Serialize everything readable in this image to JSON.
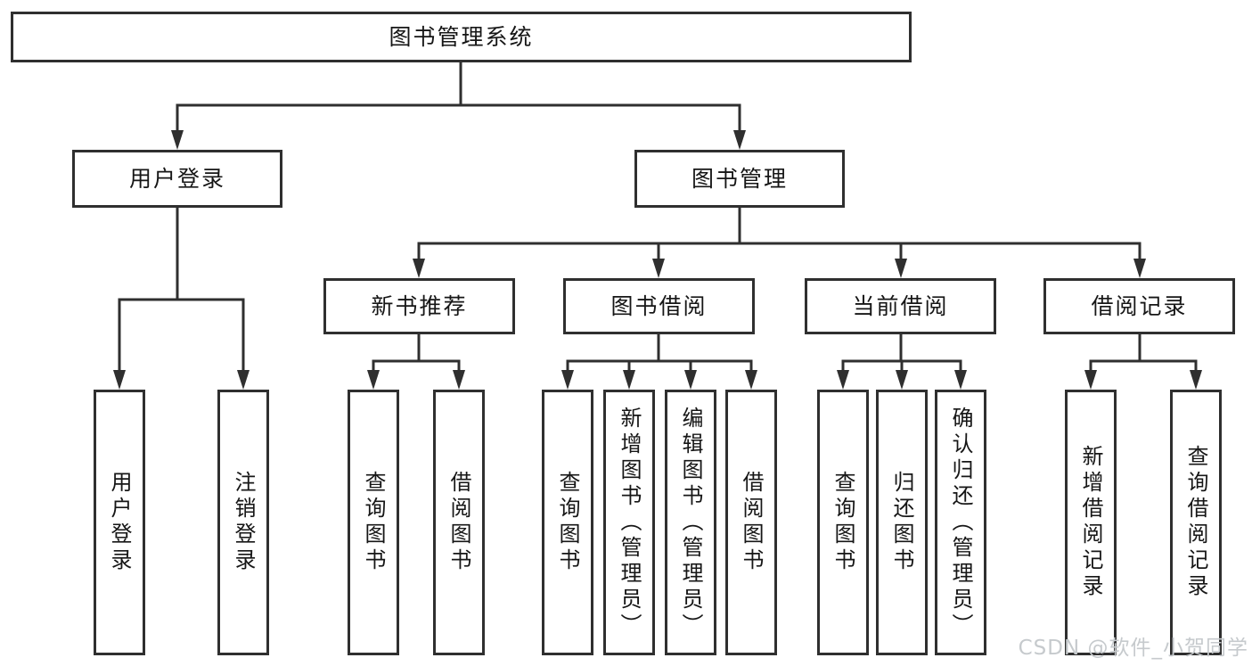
{
  "diagram": {
    "title": "图书管理系统",
    "branches": [
      {
        "label": "用户登录",
        "children": [
          {
            "label": "用户登录"
          },
          {
            "label": "注销登录"
          }
        ]
      },
      {
        "label": "图书管理",
        "children": [
          {
            "label": "新书推荐",
            "children": [
              {
                "label": "查询图书"
              },
              {
                "label": "借阅图书"
              }
            ]
          },
          {
            "label": "图书借阅",
            "children": [
              {
                "label": "查询图书"
              },
              {
                "label": "新增图书（管理员）"
              },
              {
                "label": "编辑图书（管理员）"
              },
              {
                "label": "借阅图书"
              }
            ]
          },
          {
            "label": "当前借阅",
            "children": [
              {
                "label": "查询图书"
              },
              {
                "label": "归还图书"
              },
              {
                "label": "确认归还（管理员）"
              }
            ]
          },
          {
            "label": "借阅记录",
            "children": [
              {
                "label": "新增借阅记录"
              },
              {
                "label": "查询借阅记录"
              }
            ]
          }
        ]
      }
    ]
  },
  "watermark": {
    "text": "CSDN @软件_小贺同学"
  },
  "colors": {
    "line": "#2f2f2f",
    "box_border": "#2f2f2f",
    "text": "#161616",
    "watermark": "#c6cacd",
    "background": "#ffffff"
  }
}
